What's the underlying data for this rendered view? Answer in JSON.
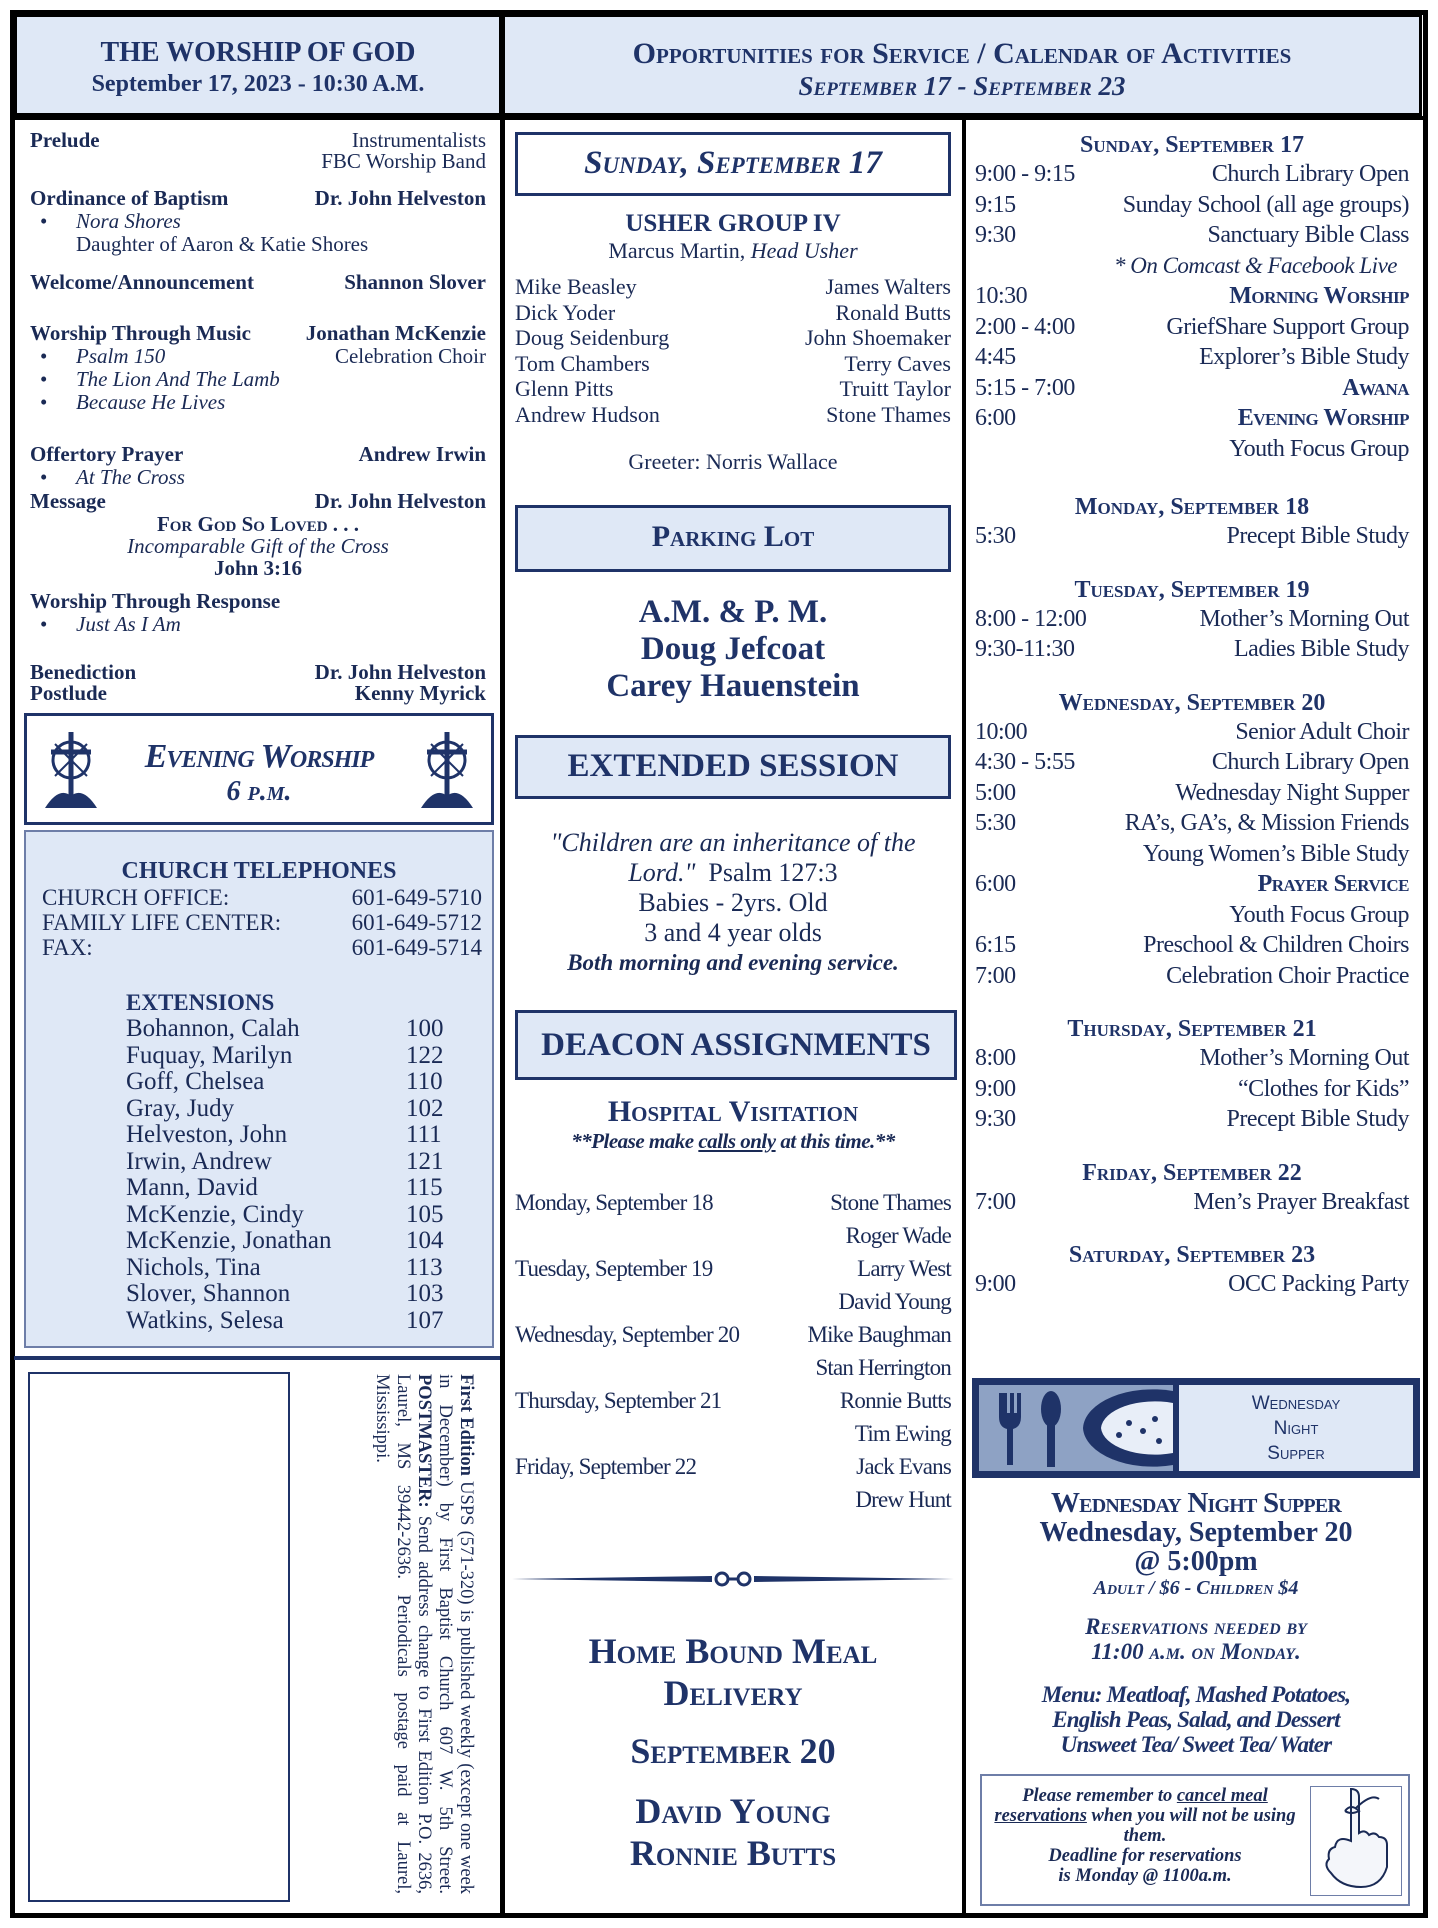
{
  "left_header": {
    "title": "THE WORSHIP OF GOD",
    "date": "September 17, 2023 - 10:30 A.M."
  },
  "right_header": {
    "title": "Opportunities for Service / Calendar of Activities",
    "subtitle": "September 17 - September 23"
  },
  "order_of_worship": {
    "prelude": {
      "label": "Prelude",
      "who1": "Instrumentalists",
      "who2": "FBC Worship Band"
    },
    "baptism": {
      "label": "Ordinance of Baptism",
      "who": "Dr. John Helveston",
      "b1": "Nora Shores",
      "b2": "Daughter of Aaron & Katie Shores"
    },
    "welcome": {
      "label": "Welcome/Announcement",
      "who": "Shannon Slover"
    },
    "music": {
      "label": "Worship Through Music",
      "who": "Jonathan McKenzie",
      "choir": "Celebration Choir",
      "songs": [
        "Psalm 150",
        "The Lion And The Lamb",
        "Because He Lives"
      ]
    },
    "offertory": {
      "label": "Offertory Prayer",
      "who": "Andrew Irwin",
      "song": "At The Cross"
    },
    "message": {
      "label": "Message",
      "who": "Dr. John Helveston",
      "title": "For God So Loved . . .",
      "subtitle": "Incomparable Gift of the Cross",
      "ref": "John 3:16"
    },
    "response": {
      "label": "Worship Through  Response",
      "song": "Just As I Am"
    },
    "benediction": {
      "label": "Benediction",
      "who": "Dr. John Helveston"
    },
    "postlude": {
      "label": "Postlude",
      "who": "Kenny Myrick"
    }
  },
  "evening": {
    "title": "Evening Worship",
    "time": "6 p.m.",
    "icon": "cross-ship-wheel-icon"
  },
  "telephones": {
    "title": "CHURCH  TELEPHONES",
    "lines": [
      {
        "label": "CHURCH OFFICE:",
        "num": "601-649-5710"
      },
      {
        "label": "FAMILY LIFE CENTER:",
        "num": "601-649-5712"
      },
      {
        "label": "FAX:",
        "num": "601-649-5714"
      }
    ],
    "ext_title": "EXTENSIONS",
    "extensions": [
      {
        "name": "Bohannon, Calah",
        "ext": "100"
      },
      {
        "name": "Fuquay, Marilyn",
        "ext": "122"
      },
      {
        "name": "Goff, Chelsea",
        "ext": "110"
      },
      {
        "name": "Gray, Judy",
        "ext": "102"
      },
      {
        "name": "Helveston, John",
        "ext": "111"
      },
      {
        "name": "Irwin, Andrew",
        "ext": "121"
      },
      {
        "name": "Mann, David",
        "ext": "115"
      },
      {
        "name": "McKenzie, Cindy",
        "ext": "105"
      },
      {
        "name": "McKenzie, Jonathan",
        "ext": "104"
      },
      {
        "name": "Nichols, Tina",
        "ext": "113"
      },
      {
        "name": "Slover, Shannon",
        "ext": "103"
      },
      {
        "name": "Watkins, Selesa",
        "ext": "107"
      }
    ]
  },
  "postal": {
    "bold1": "First Edition",
    "t1": " USPS (571-320) is published weekly (except one week in December) by First Baptist Church 607 W. 5th Street. ",
    "bold2": "POSTMASTER:",
    "t2": " Send address change to First Edition P.O. 2636, Laurel, MS 39442-2636. Periodicals postage paid at Laurel, Mississippi."
  },
  "sunday_box": {
    "title": "Sunday, September 17"
  },
  "ushers": {
    "title": "USHER GROUP IV",
    "head_name": "Marcus Martin,",
    "head_role": "Head Usher",
    "left": [
      "Mike Beasley",
      "Dick Yoder",
      "Doug Seidenburg",
      "Tom Chambers",
      "Glenn Pitts",
      "Andrew Hudson"
    ],
    "right": [
      "James Walters",
      "Ronald Butts",
      "John Shoemaker",
      "Terry Caves",
      "Truitt Taylor",
      "Stone Thames"
    ],
    "greeter": "Greeter: Norris Wallace"
  },
  "parking": {
    "title": "Parking Lot",
    "l1": "A.M.  & P. M.",
    "l2": "Doug Jefcoat",
    "l3": "Carey Hauenstein"
  },
  "extended": {
    "title": "EXTENDED SESSION",
    "quote": "\"Children are an inheritance of the Lord.\"",
    "ref": "Psalm 127:3",
    "l1": "Babies - 2yrs. Old",
    "l2": "3 and 4 year olds",
    "l3": "Both morning and evening service."
  },
  "deacon": {
    "title": "DEACON ASSIGNMENTS",
    "sub": "Hospital Visitation",
    "note_a": "**Please make ",
    "note_b": "calls only",
    "note_c": " at this time.**",
    "days": [
      {
        "day": "Monday, September 18",
        "n1": "Stone Thames",
        "n2": "Roger Wade"
      },
      {
        "day": "Tuesday, September 19",
        "n1": "Larry West",
        "n2": "David Young"
      },
      {
        "day": "Wednesday, September 20",
        "n1": "Mike Baughman",
        "n2": "Stan Herrington"
      },
      {
        "day": "Thursday, September 21",
        "n1": "Ronnie Butts",
        "n2": "Tim Ewing"
      },
      {
        "day": "Friday, September 22",
        "n1": "Jack Evans",
        "n2": "Drew Hunt"
      }
    ]
  },
  "homebound": {
    "l1": "Home Bound Meal",
    "l2": "Delivery",
    "date": "September 20",
    "n1": "David Young",
    "n2": "Ronnie Butts"
  },
  "calendar": {
    "sunday": {
      "title": "Sunday, September 17",
      "rows": [
        {
          "t": "9:00 - 9:15",
          "d": "Church Library Open"
        },
        {
          "t": "9:15",
          "d": "Sunday School (all age groups)"
        },
        {
          "t": "9:30",
          "d": "Sanctuary Bible Class"
        },
        {
          "t": "",
          "d": "* On Comcast & Facebook Live"
        },
        {
          "t": "10:30",
          "d": "Morning Worship"
        },
        {
          "t": "2:00 - 4:00",
          "d": "GriefShare Support Group"
        },
        {
          "t": "4:45",
          "d": "Explorer’s Bible Study"
        },
        {
          "t": "5:15 - 7:00",
          "d": "Awana"
        },
        {
          "t": "6:00",
          "d": "Evening Worship"
        },
        {
          "t": "",
          "d": "Youth Focus Group"
        }
      ]
    },
    "monday": {
      "title": "Monday, September 18",
      "rows": [
        {
          "t": "5:30",
          "d": "Precept Bible Study"
        }
      ]
    },
    "tuesday": {
      "title": "Tuesday, September 19",
      "rows": [
        {
          "t": "8:00 - 12:00",
          "d": "Mother’s Morning Out"
        },
        {
          "t": "9:30-11:30",
          "d": "Ladies Bible Study"
        }
      ]
    },
    "wednesday": {
      "title": "Wednesday, September 20",
      "rows": [
        {
          "t": "10:00",
          "d": "Senior Adult Choir"
        },
        {
          "t": "4:30 - 5:55",
          "d": "Church Library Open"
        },
        {
          "t": "5:00",
          "d": "Wednesday Night Supper"
        },
        {
          "t": "5:30",
          "d": "RA’s, GA’s, & Mission Friends"
        },
        {
          "t": "",
          "d": "Young Women’s Bible Study"
        },
        {
          "t": "6:00",
          "d": "Prayer Service"
        },
        {
          "t": "",
          "d": "Youth Focus Group"
        },
        {
          "t": "6:15",
          "d": "Preschool & Children Choirs"
        },
        {
          "t": "7:00",
          "d": "Celebration Choir Practice"
        }
      ]
    },
    "thursday": {
      "title": "Thursday, September 21",
      "rows": [
        {
          "t": "8:00",
          "d": "Mother’s Morning Out"
        },
        {
          "t": "9:00",
          "d": "“Clothes for Kids”"
        },
        {
          "t": "9:30",
          "d": "Precept Bible Study"
        }
      ]
    },
    "friday": {
      "title": "Friday, September 22",
      "rows": [
        {
          "t": "7:00",
          "d": "Men’s Prayer Breakfast"
        }
      ]
    },
    "saturday": {
      "title": "Saturday, September 23",
      "rows": [
        {
          "t": "9:00",
          "d": "OCC Packing Party"
        }
      ]
    }
  },
  "supper": {
    "banner_l1": "Wednesday",
    "banner_l2": "Night",
    "banner_l3": "Supper",
    "icon": "fork-spoon-plate-icon",
    "title": "Wednesday Night Supper",
    "date": "Wednesday, September 20",
    "time": "@ 5:00pm",
    "price": "Adult / $6 - Children $4",
    "res1": "Reservations needed by",
    "res2": "11:00 a.m. on Monday.",
    "menu1": "Menu: Meatloaf, Mashed Potatoes,",
    "menu2": "English Peas,  Salad, and Dessert",
    "menu3": "Unsweet Tea/ Sweet Tea/ Water",
    "cancel_a": "Please remember to ",
    "cancel_b": "cancel meal reservations",
    "cancel_c": " when you will not be using them.",
    "cancel_d": "Deadline for reservations",
    "cancel_e": "is Monday @ 1100a.m.",
    "cancel_icon": "finger-string-reminder-icon"
  }
}
